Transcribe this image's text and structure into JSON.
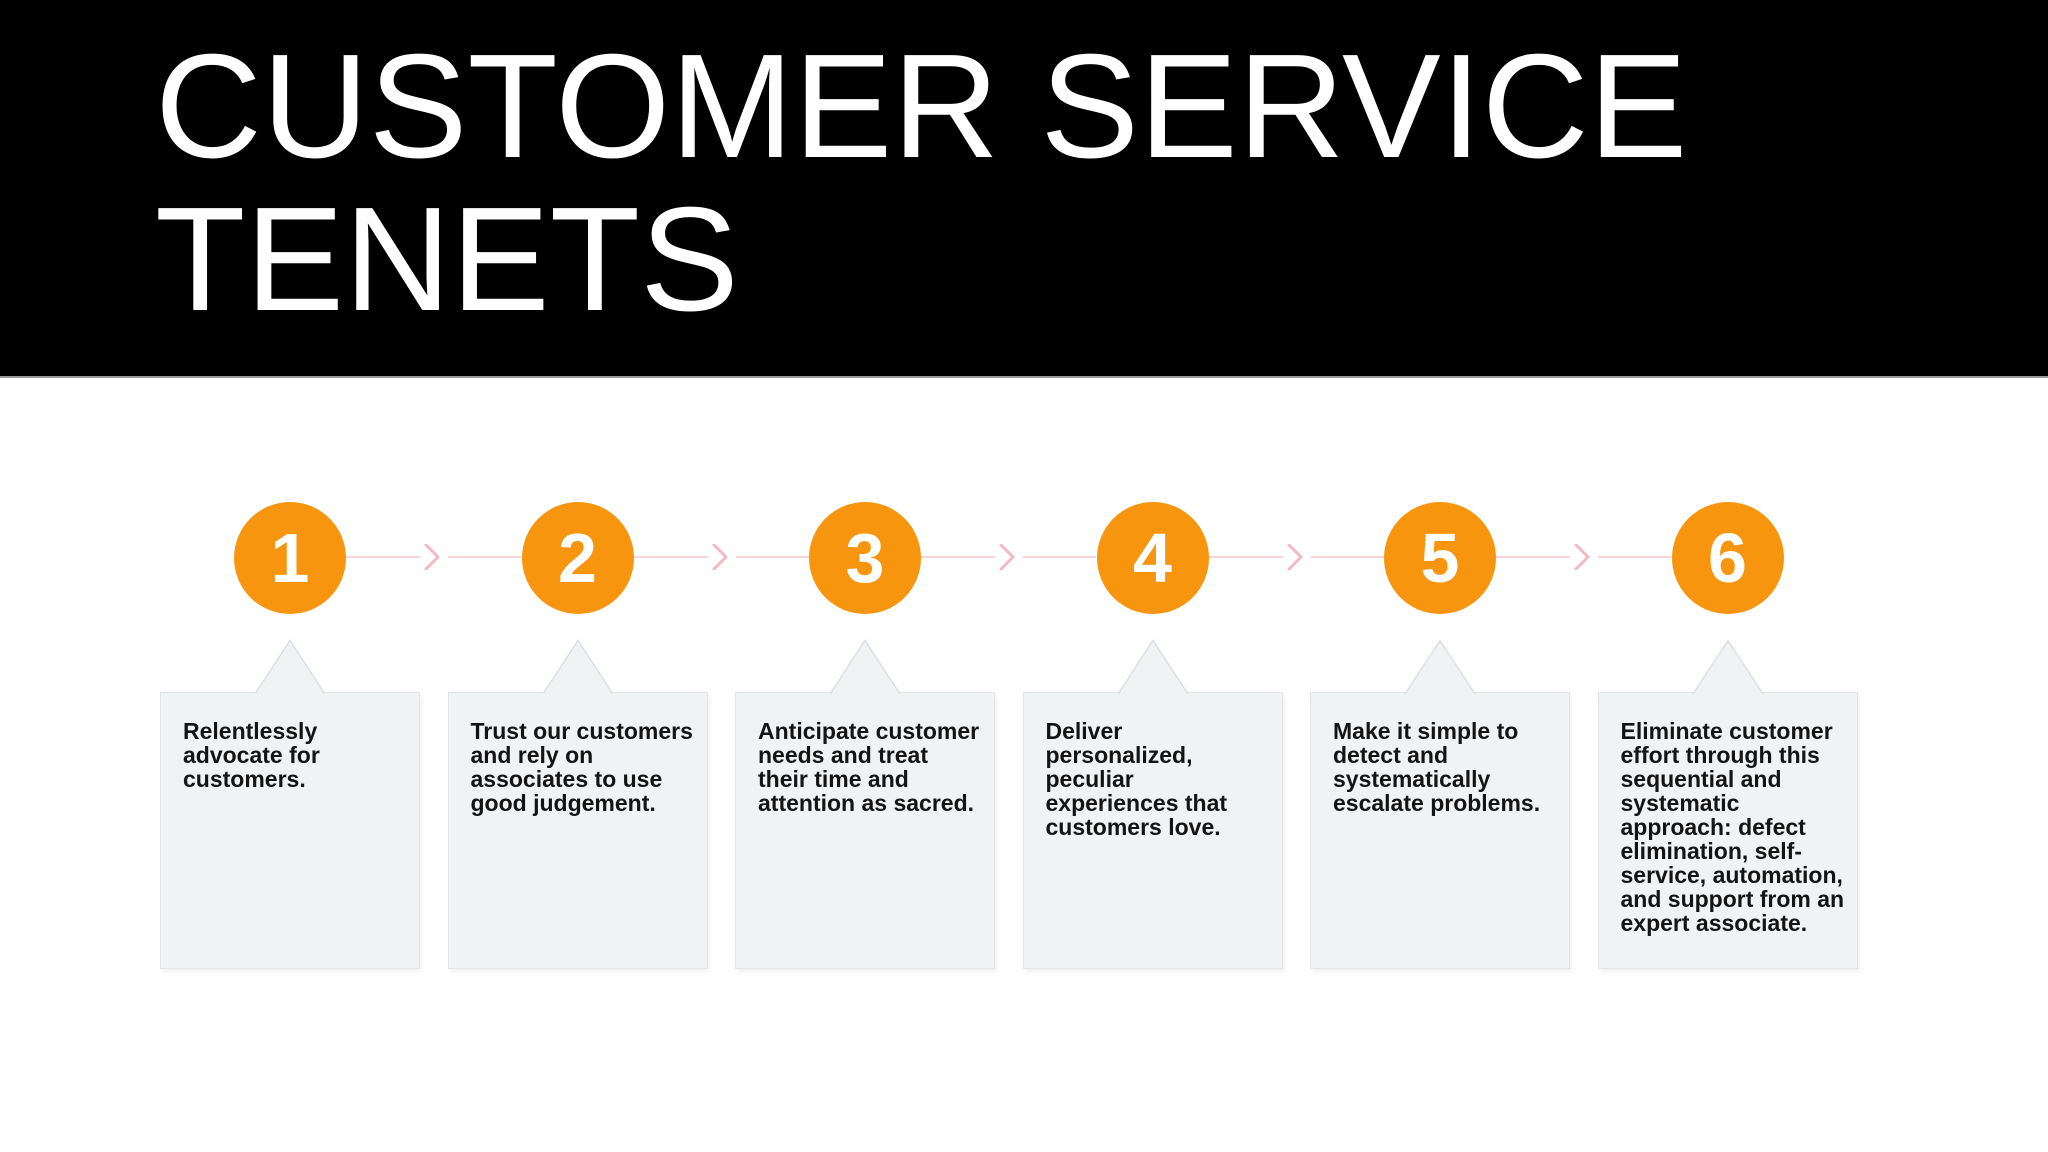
{
  "title": {
    "line1": "CUSTOMER SERVICE",
    "line2": "TENETS"
  },
  "tenets": [
    {
      "number": "1",
      "text": "Relentlessly advocate for customers."
    },
    {
      "number": "2",
      "text": "Trust our customers and rely on associates to use good judgement."
    },
    {
      "number": "3",
      "text": "Anticipate customer needs and treat their time and attention as sacred."
    },
    {
      "number": "4",
      "text": "Deliver personalized, peculiar experiences that customers love."
    },
    {
      "number": "5",
      "text": "Make it simple to detect and systematically escalate problems."
    },
    {
      "number": "6",
      "text": "Eliminate customer effort through this sequential and systematic approach: defect elimination, self-service, automation, and support from an expert associate."
    }
  ],
  "colors": {
    "header_bg": "#000000",
    "title_text": "#FFFFFF",
    "circle_orange": "#F7950F",
    "circle_number": "#FFFFFF",
    "connector_pink": "#F6D4DA",
    "chevron_pink": "#F2B9C4",
    "box_fill": "#F1F2F3",
    "box_border": "#E2E4E6",
    "pointer_border": "#DCE0E3",
    "body_text": "#141414"
  }
}
